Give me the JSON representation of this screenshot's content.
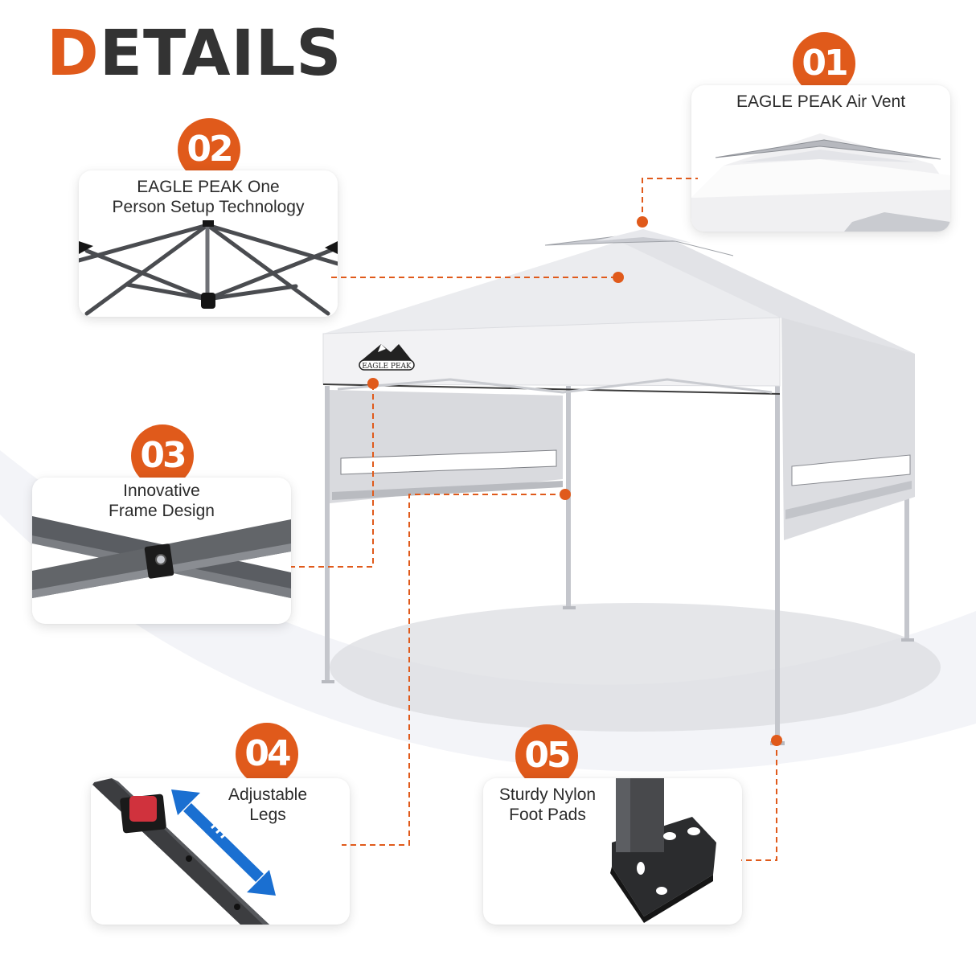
{
  "title": {
    "accent_letter": "D",
    "rest": "ETAILS"
  },
  "colors": {
    "accent": "#e05a1b",
    "title_text": "#333333",
    "card_text": "#2b2b2b",
    "arrow_blue": "#1a6fd1",
    "frame_gray": "#5f6368",
    "canopy_white": "#f4f4f6",
    "sidewall_gray": "#d8d9dd"
  },
  "brand_logo": {
    "text": "EAGLE PEAK",
    "icon": "mountain-logo-icon"
  },
  "features": [
    {
      "number": "01",
      "label": "EAGLE PEAK Air Vent",
      "image": "air-vent-closeup"
    },
    {
      "number": "02",
      "label": "EAGLE PEAK One\nPerson Setup Technology",
      "image": "frame-hub-closeup"
    },
    {
      "number": "03",
      "label": "Innovative\nFrame Design",
      "image": "truss-joint-closeup"
    },
    {
      "number": "04",
      "label": "Adjustable\nLegs",
      "image": "leg-button-closeup"
    },
    {
      "number": "05",
      "label": "Sturdy Nylon\nFoot Pads",
      "image": "foot-pad-closeup"
    }
  ]
}
